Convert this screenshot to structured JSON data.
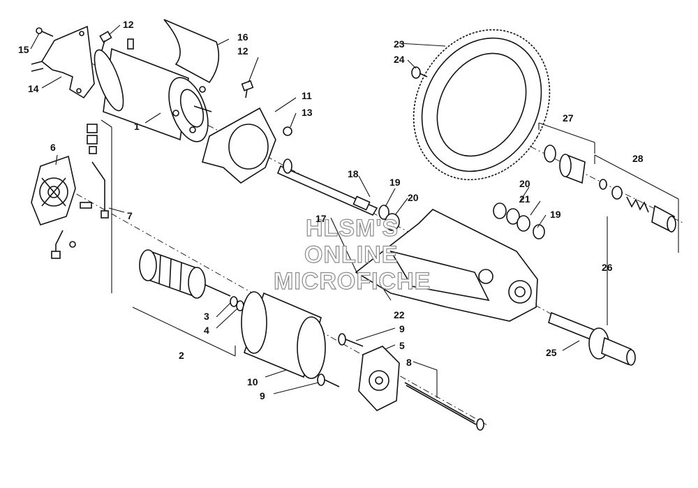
{
  "watermark": {
    "line1": "HLSM'S",
    "line2": "ONLINE",
    "line3": "MICROFICHE"
  },
  "callouts": {
    "c1": "1",
    "c2": "2",
    "c3": "3",
    "c4": "4",
    "c5": "5",
    "c6": "6",
    "c7": "7",
    "c8": "8",
    "c9a": "9",
    "c9b": "9",
    "c10": "10",
    "c11": "11",
    "c12a": "12",
    "c12b": "12",
    "c13": "13",
    "c14": "14",
    "c15": "15",
    "c16": "16",
    "c17": "17",
    "c18": "18",
    "c19a": "19",
    "c19b": "19",
    "c20a": "20",
    "c20b": "20",
    "c21": "21",
    "c22": "22",
    "c23": "23",
    "c24": "24",
    "c25": "25",
    "c26": "26",
    "c27": "27",
    "c28": "28"
  }
}
